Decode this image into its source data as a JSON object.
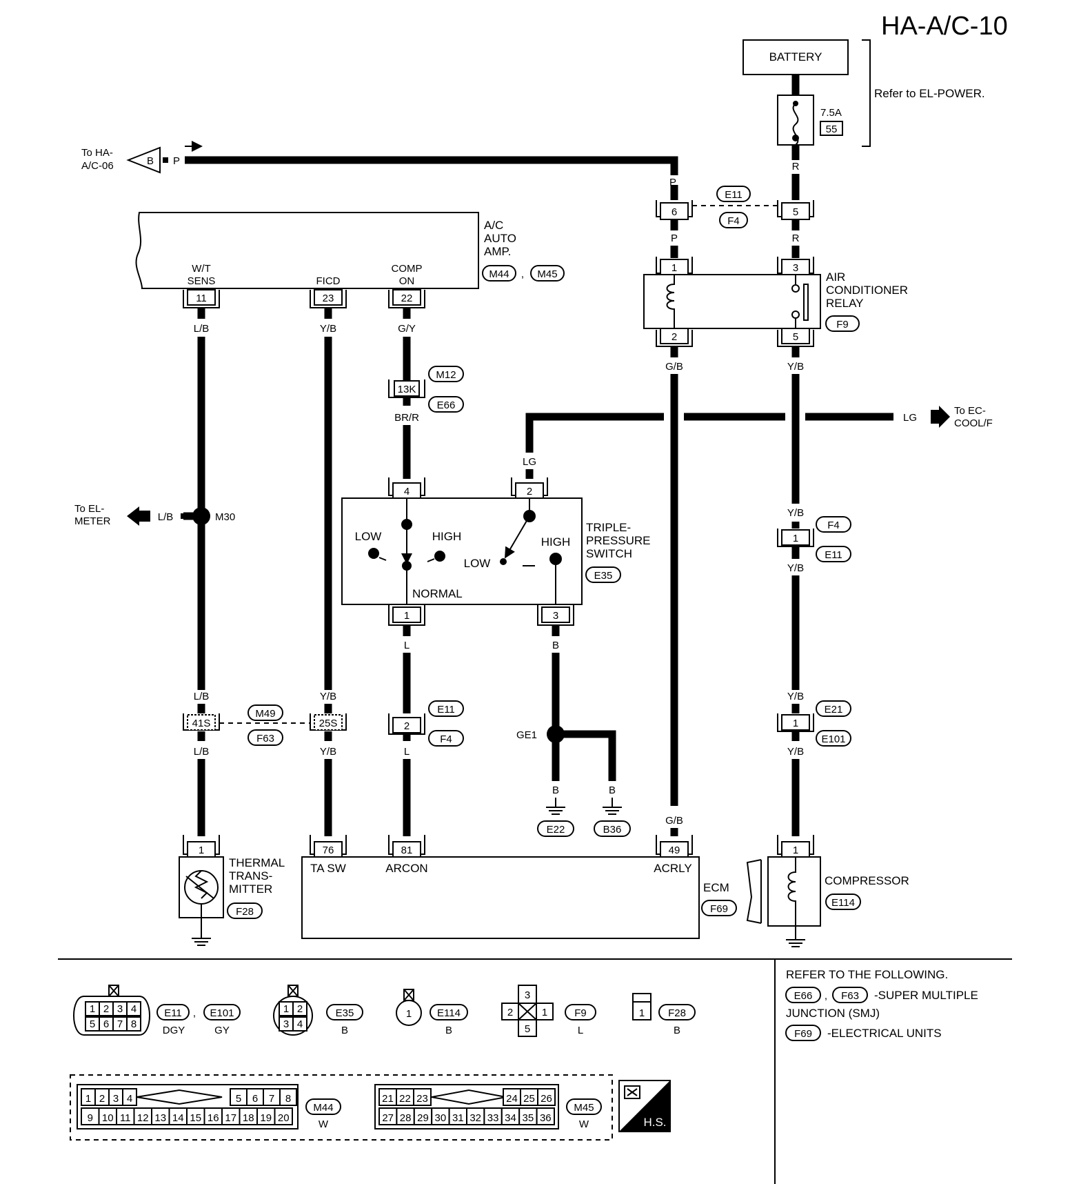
{
  "page_code": "HA-A/C-10",
  "battery": {
    "label": "BATTERY",
    "fuse_rating": "7.5A",
    "fuse_number": "55",
    "note": "Refer to EL-POWER."
  },
  "offpage": {
    "ha_ac06": {
      "line1": "To HA-",
      "line2": "A/C-06",
      "conn": "B",
      "color": "P"
    },
    "ec_coolf": {
      "line1": "To EC-",
      "line2": "COOL/F",
      "color": "LG"
    },
    "el_meter": {
      "line1": "To EL-",
      "line2": "METER",
      "color": "L/B",
      "junction": "M30"
    }
  },
  "amp": {
    "name_l1": "A/C",
    "name_l2": "AUTO",
    "name_l3": "AMP.",
    "conn1": "M44",
    "conn2": "M45",
    "sep": ",",
    "pins": [
      {
        "l1": "W/T",
        "l2": "SENS",
        "num": "11"
      },
      {
        "l1": "",
        "l2": "FICD",
        "num": "23"
      },
      {
        "l1": "COMP",
        "l2": "ON",
        "num": "22"
      }
    ]
  },
  "relay": {
    "l1": "AIR",
    "l2": "CONDITIONER",
    "l3": "RELAY",
    "conn": "F9",
    "pins": [
      "1",
      "3",
      "2",
      "5"
    ]
  },
  "e11_f4_top": {
    "pin_p": "6",
    "pin_r": "5",
    "conn_a": "E11",
    "conn_b": "F4"
  },
  "triple_switch": {
    "l1": "TRIPLE-",
    "l2": "PRESSURE",
    "l3": "SWITCH",
    "conn": "E35",
    "low1": "LOW",
    "high1": "HIGH",
    "low2": "LOW",
    "high2": "HIGH",
    "normal": "NORMAL",
    "pins": [
      "4",
      "2",
      "1",
      "3"
    ]
  },
  "joint_m12": {
    "pin": "13K",
    "conn_a": "M12",
    "conn_b": "E66"
  },
  "joint_m49": {
    "pin_a": "41S",
    "pin_b": "25S",
    "conn_a": "M49",
    "conn_b": "F63"
  },
  "joint_e11_f4": {
    "pin": "2",
    "conn_a": "E11",
    "conn_b": "F4"
  },
  "joint_f4_e11": {
    "pin": "1",
    "conn_a": "F4",
    "conn_b": "E11"
  },
  "joint_e21": {
    "pin": "1",
    "conn_a": "E21",
    "conn_b": "E101"
  },
  "ground": {
    "junction": "GE1",
    "g1": "E22",
    "g2": "B36"
  },
  "thermal": {
    "l1": "THERMAL",
    "l2": "TRANS-",
    "l3": "MITTER",
    "conn": "F28",
    "pin": "1"
  },
  "ecm": {
    "name": "ECM",
    "conn": "F69",
    "pins": [
      {
        "num": "76",
        "label": "TA SW"
      },
      {
        "num": "81",
        "label": "ARCON"
      },
      {
        "num": "49",
        "label": "ACRLY"
      }
    ]
  },
  "compressor": {
    "name": "COMPRESSOR",
    "conn": "E114",
    "pin": "1"
  },
  "wires": {
    "P": "P",
    "R": "R",
    "LB": "L/B",
    "YB": "Y/B",
    "GY": "G/Y",
    "BRR": "BR/R",
    "LG": "LG",
    "GB": "G/B",
    "L": "L",
    "B": "B"
  },
  "legend": {
    "c8": {
      "pins": [
        "1",
        "2",
        "3",
        "4",
        "5",
        "6",
        "7",
        "8"
      ],
      "n1": "E11",
      "n2": "E101",
      "col1": "DGY",
      "col2": "GY",
      "sep": ","
    },
    "c4": {
      "pins": [
        "1",
        "2",
        "3",
        "4"
      ],
      "n": "E35",
      "col": "B"
    },
    "c1": {
      "pin": "1",
      "n": "E114",
      "col": "B"
    },
    "c5": {
      "pins": [
        "3",
        "2",
        "1",
        "5"
      ],
      "n": "F9",
      "col": "L"
    },
    "c1b": {
      "pin": "1",
      "n": "F28",
      "col": "B"
    },
    "m44": {
      "top": [
        "1",
        "2",
        "3",
        "4",
        "5",
        "6",
        "7",
        "8"
      ],
      "bot": [
        "9",
        "10",
        "11",
        "12",
        "13",
        "14",
        "15",
        "16",
        "17",
        "18",
        "19",
        "20"
      ],
      "n": "M44",
      "col": "W"
    },
    "m45": {
      "top": [
        "21",
        "22",
        "23",
        "24",
        "25",
        "26"
      ],
      "bot": [
        "27",
        "28",
        "29",
        "30",
        "31",
        "32",
        "33",
        "34",
        "35",
        "36"
      ],
      "n": "M45",
      "col": "W"
    },
    "hs": "H.S."
  },
  "refer": {
    "title": "REFER TO THE FOLLOWING.",
    "a": "E66",
    "b": "F63",
    "sep": ",",
    "desc1": "-SUPER MULTIPLE",
    "desc1b": "JUNCTION (SMJ)",
    "c": "F69",
    "desc2": "-ELECTRICAL UNITS"
  }
}
